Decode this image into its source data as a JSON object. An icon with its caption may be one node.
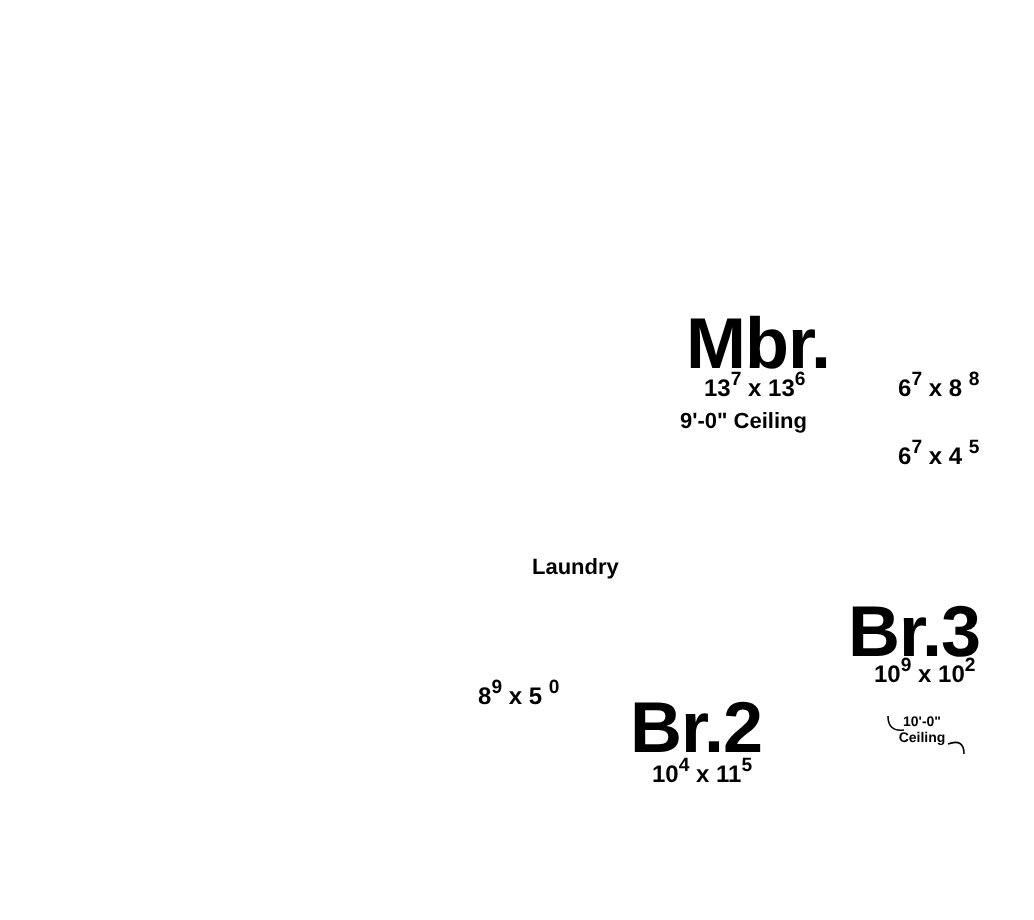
{
  "diagram": {
    "labels": [
      "Mbr.",
      "13$^{7}$ x 13$^{6}$",
      "6$^{7}$ x 8 $^{8}$",
      "9'-0\" Ceiling",
      "6$^{7}$ x 4 $^{5}$",
      "Laundry",
      "Br.3",
      "10$^{9}$ x 10$^{2}$",
      "8$^{9}$ x 5 $^{0}$",
      "Br.2",
      "10'-0\" Ceiling",
      "10$^{4}$ x 11$^{5}$"
    ]
  }
}
